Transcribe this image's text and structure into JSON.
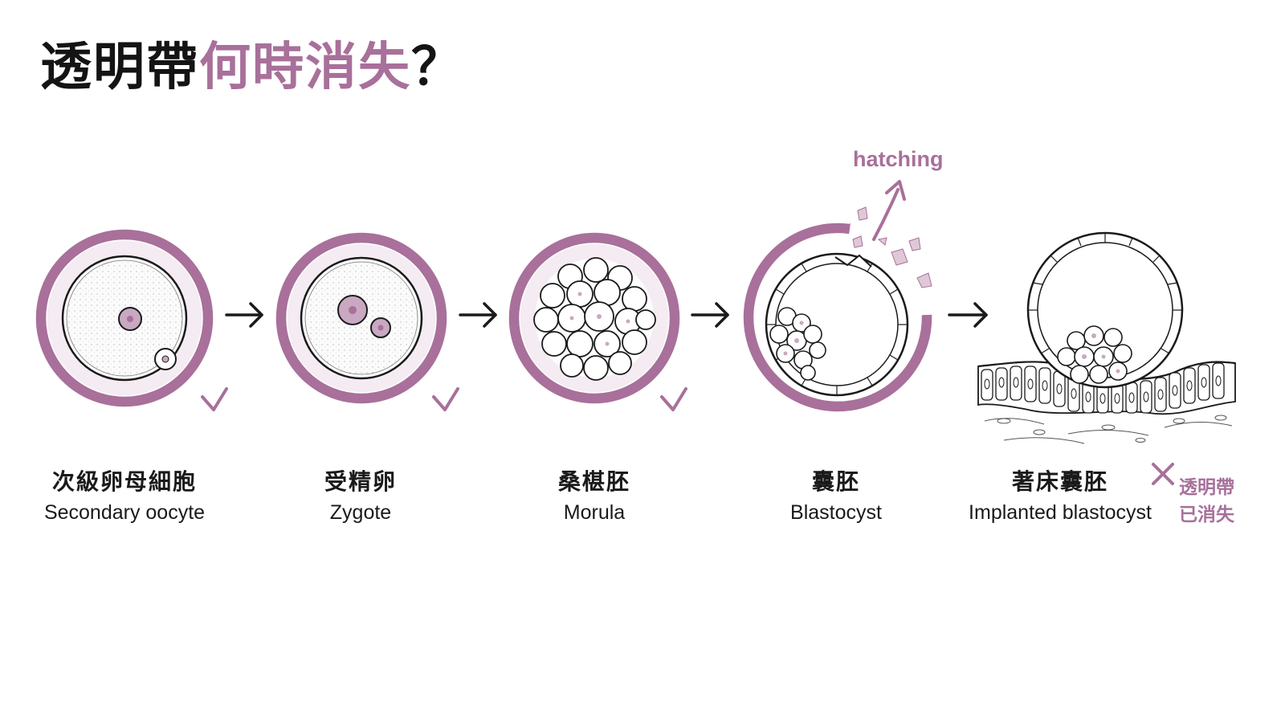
{
  "title": {
    "main": "透明帶",
    "accent": "何時消失",
    "mark": "？"
  },
  "stages": [
    {
      "zh": "次級卵母細胞",
      "en": "Secondary oocyte",
      "zona_present": true
    },
    {
      "zh": "受精卵",
      "en": "Zygote",
      "zona_present": true
    },
    {
      "zh": "桑椹胚",
      "en": "Morula",
      "zona_present": true
    },
    {
      "zh": "囊胚",
      "en": "Blastocyst",
      "zona_present": "hatching"
    },
    {
      "zh": "著床囊胚",
      "en": "Implanted blastocyst",
      "zona_present": false
    }
  ],
  "annotations": {
    "hatching": "hatching",
    "zona_gone_line1": "透明帶",
    "zona_gone_line2": "已消失"
  },
  "colors": {
    "accent": "#a8709a",
    "zona_fill": "#f4ecf2",
    "line": "#1a1a1a",
    "nucleus": "#c9a8c1"
  },
  "icons": {
    "present": "check-icon",
    "absent": "cross-icon",
    "flow": "arrow-right-icon"
  }
}
